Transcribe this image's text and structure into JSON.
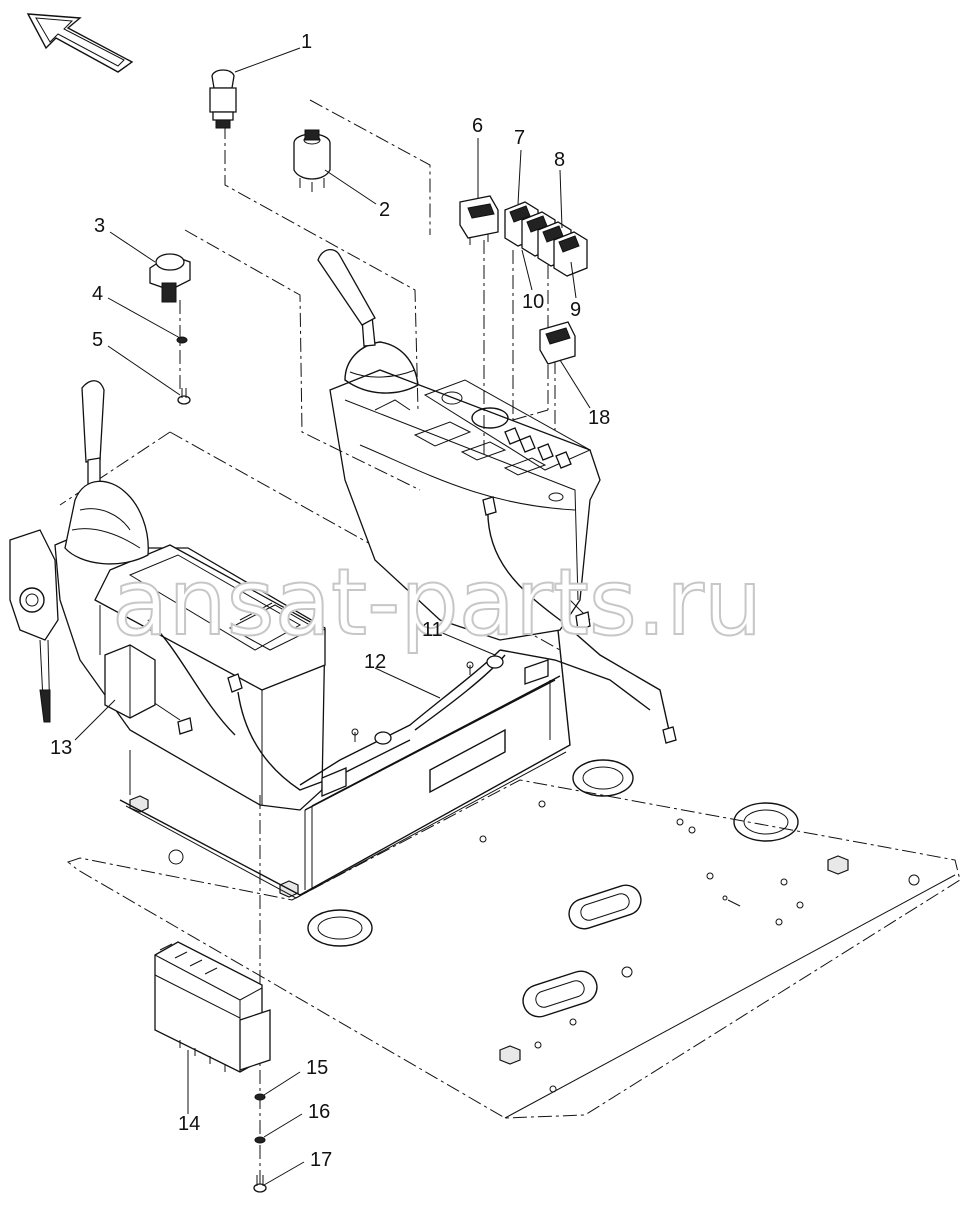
{
  "watermark": "ansat-parts.ru",
  "callouts": [
    {
      "id": "c1",
      "text": "1"
    },
    {
      "id": "c2",
      "text": "2"
    },
    {
      "id": "c3",
      "text": "3"
    },
    {
      "id": "c4",
      "text": "4"
    },
    {
      "id": "c5",
      "text": "5"
    },
    {
      "id": "c6",
      "text": "6"
    },
    {
      "id": "c7",
      "text": "7"
    },
    {
      "id": "c8",
      "text": "8"
    },
    {
      "id": "c9",
      "text": "9"
    },
    {
      "id": "c10",
      "text": "10"
    },
    {
      "id": "c11",
      "text": "11"
    },
    {
      "id": "c12",
      "text": "12"
    },
    {
      "id": "c13",
      "text": "13"
    },
    {
      "id": "c14",
      "text": "14"
    },
    {
      "id": "c15",
      "text": "15"
    },
    {
      "id": "c16",
      "text": "16"
    },
    {
      "id": "c17",
      "text": "17"
    },
    {
      "id": "c18",
      "text": "18"
    }
  ]
}
